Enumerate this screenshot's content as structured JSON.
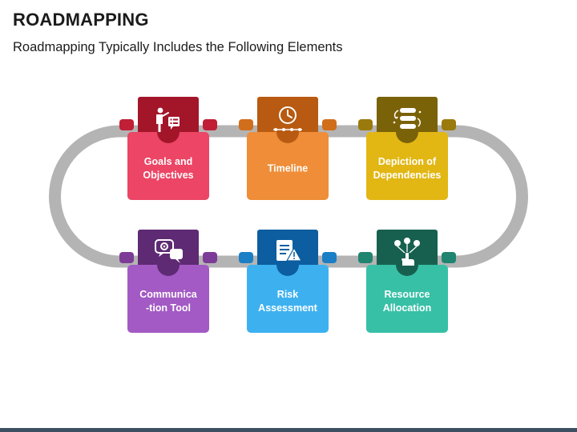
{
  "header": {
    "title": "ROADMAPPING",
    "subtitle": "Roadmapping Typically Includes the Following Elements"
  },
  "track": {
    "color": "#b4b4b4"
  },
  "cards": [
    {
      "id": "goals",
      "lines": [
        "Goals and",
        "Objectives"
      ],
      "icon": "presenter-checklist-icon",
      "body_color": "#ec4565",
      "tab_color": "#a3162a",
      "ribbon_color": "#c01f36"
    },
    {
      "id": "timeline",
      "lines": [
        "Timeline"
      ],
      "icon": "clock-timeline-icon",
      "body_color": "#ef8d38",
      "tab_color": "#b85a11",
      "ribbon_color": "#d06e1c"
    },
    {
      "id": "dependencies",
      "lines": [
        "Depiction of",
        "Dependencies"
      ],
      "icon": "dependency-list-icon",
      "body_color": "#e2b714",
      "tab_color": "#7a6208",
      "ribbon_color": "#9a7a0c"
    },
    {
      "id": "communication",
      "lines": [
        "Communica",
        "-tion Tool"
      ],
      "icon": "chat-gear-icon",
      "body_color": "#a35ac4",
      "tab_color": "#5e2a73",
      "ribbon_color": "#7d3b98"
    },
    {
      "id": "risk",
      "lines": [
        "Risk",
        "Assessment"
      ],
      "icon": "risk-document-icon",
      "body_color": "#3db1f0",
      "tab_color": "#0c5ea0",
      "ribbon_color": "#1a7fc4"
    },
    {
      "id": "resource",
      "lines": [
        "Resource",
        "Allocation"
      ],
      "icon": "hand-resources-icon",
      "body_color": "#37c0a6",
      "tab_color": "#17604f",
      "ribbon_color": "#1f8470"
    }
  ]
}
